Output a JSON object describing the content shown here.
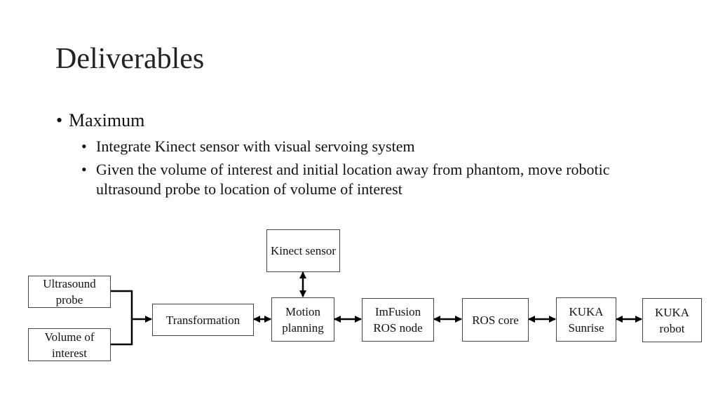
{
  "slide": {
    "title": "Deliverables",
    "bullets": [
      {
        "label": "Maximum",
        "sub": [
          "Integrate Kinect sensor with visual servoing system",
          "Given the volume of interest and initial location away from phantom, move robotic ultrasound probe to location of volume of interest"
        ]
      }
    ]
  },
  "diagram": {
    "nodes": {
      "kinect": "Kinect sensor",
      "ultrasound": "Ultrasound probe",
      "volume": "Volume of interest",
      "transformation": "Transformation",
      "motion": "Motion planning",
      "imfusion": "ImFusion ROS node",
      "roscore": "ROS core",
      "sunrise": "KUKA Sunrise",
      "robot": "KUKA robot"
    }
  }
}
